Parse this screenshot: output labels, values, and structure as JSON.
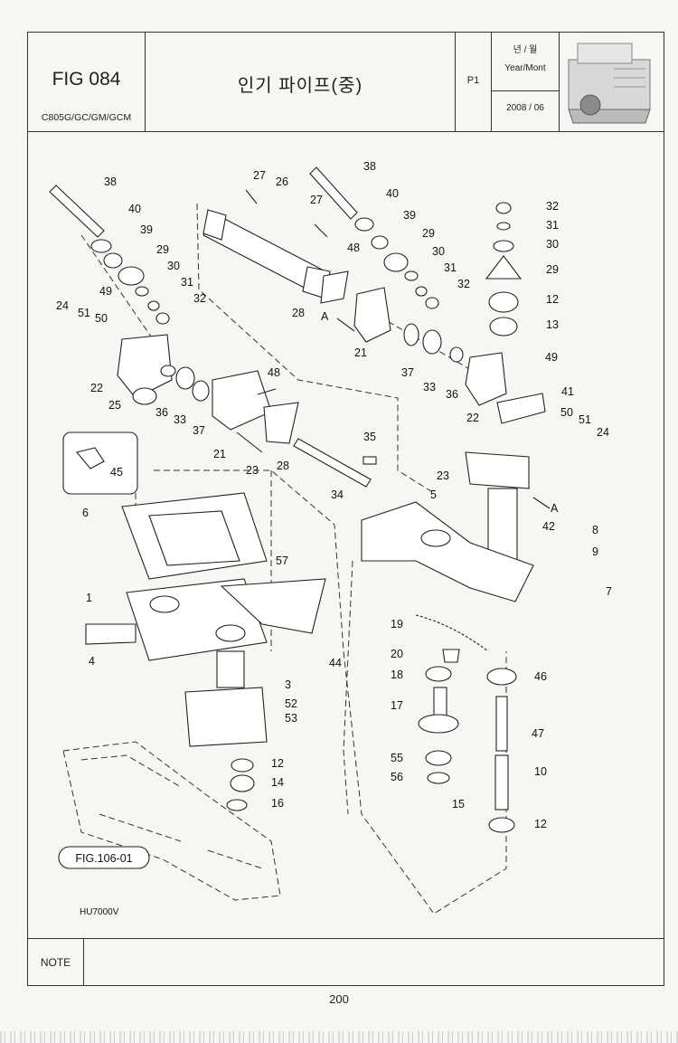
{
  "header": {
    "fig_number": "FIG 084",
    "models": "C805G/GC/GM/GCM",
    "title": "인기 파이프(중)",
    "page_code": "P1",
    "year_month_kr": "년 / 월",
    "year_month_en": "Year/Mont",
    "date": "2008 / 06",
    "thumbnail_icon": "combine-harvester-thumbnail"
  },
  "note": {
    "label": "NOTE",
    "content": ""
  },
  "diagram": {
    "reference_box": "FIG.106-01",
    "drawing_code": "HU7000V",
    "view_markers": [
      "A",
      "A"
    ],
    "callouts": [
      "38",
      "40",
      "39",
      "29",
      "30",
      "31",
      "32",
      "49",
      "24",
      "51",
      "50",
      "22",
      "25",
      "36",
      "33",
      "37",
      "21",
      "23",
      "48",
      "28",
      "27",
      "26",
      "27",
      "38",
      "40",
      "39",
      "29",
      "48",
      "30",
      "31",
      "32",
      "28",
      "A",
      "21",
      "37",
      "33",
      "36",
      "22",
      "32",
      "31",
      "30",
      "29",
      "12",
      "13",
      "49",
      "41",
      "50",
      "51",
      "24",
      "35",
      "34",
      "23",
      "45",
      "6",
      "5",
      "A",
      "42",
      "8",
      "9",
      "7",
      "57",
      "1",
      "4",
      "44",
      "19",
      "20",
      "18",
      "17",
      "55",
      "56",
      "46",
      "47",
      "10",
      "15",
      "12",
      "3",
      "52",
      "53",
      "12",
      "14",
      "16"
    ]
  },
  "footer": {
    "page_number": "200"
  }
}
